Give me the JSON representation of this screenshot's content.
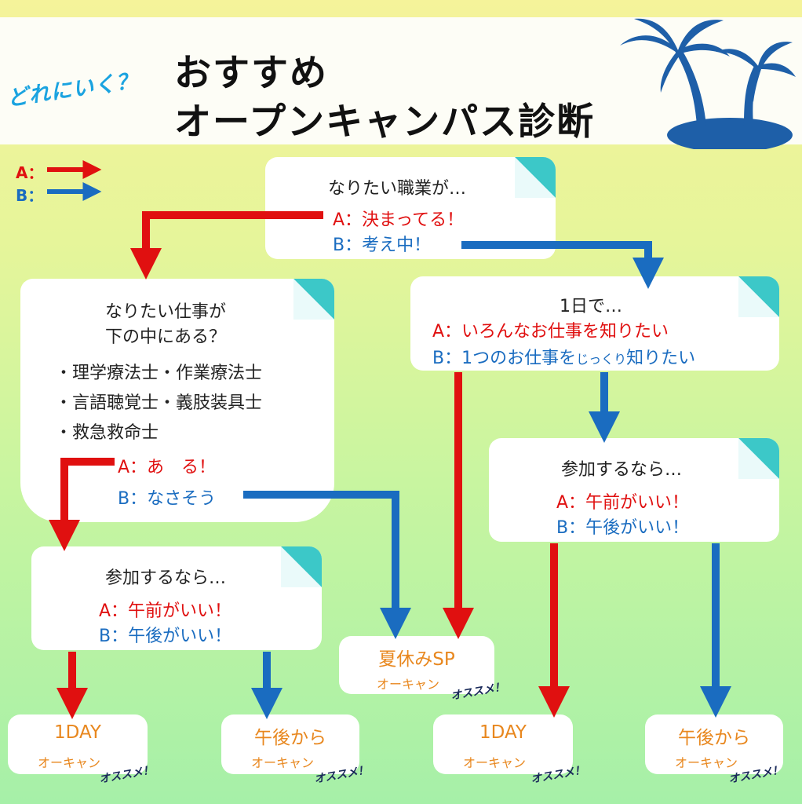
{
  "header": {
    "subtitle": "どれにいく？",
    "title_line1": "おすすめ",
    "title_line2": "オープンキャンパス診断"
  },
  "legend": {
    "a": "A：",
    "b": "B："
  },
  "colors": {
    "red": "#e01010",
    "blue": "#1a6cc0",
    "teal": "#3cc8c8",
    "orange": "#e8871e",
    "island": "#1e5fa8"
  },
  "q1": {
    "question": "なりたい職業が…",
    "a": "A：決まってる！",
    "b": "B：考え中！"
  },
  "q2": {
    "question_line1": "なりたい仕事が",
    "question_line2": "下の中にある？",
    "items": [
      "・理学療法士・作業療法士",
      "・言語聴覚士・義肢装具士",
      "・救急救命士"
    ],
    "a": "A：あ　る！",
    "b": "B：なさそう"
  },
  "q3": {
    "question": "1日で…",
    "a": "A：いろんなお仕事を知りたい",
    "b_main": "B：1つのお仕事を",
    "b_small": "じっくり",
    "b_end": "知りたい"
  },
  "q4": {
    "question": "参加するなら…",
    "a": "A：午前がいい！",
    "b": "B：午後がいい！"
  },
  "q5": {
    "question": "参加するなら…",
    "a": "A：午前がいい！",
    "b": "B：午後がいい！"
  },
  "results": [
    {
      "title": "1DAY",
      "sub": "オーキャン",
      "tag": "オススメ！"
    },
    {
      "title": "午後から",
      "sub": "オーキャン",
      "tag": "オススメ！"
    },
    {
      "title": "夏休みSP",
      "sub": "オーキャン",
      "tag": "オススメ！"
    },
    {
      "title": "1DAY",
      "sub": "オーキャン",
      "tag": "オススメ！"
    },
    {
      "title": "午後から",
      "sub": "オーキャン",
      "tag": "オススメ！"
    }
  ]
}
